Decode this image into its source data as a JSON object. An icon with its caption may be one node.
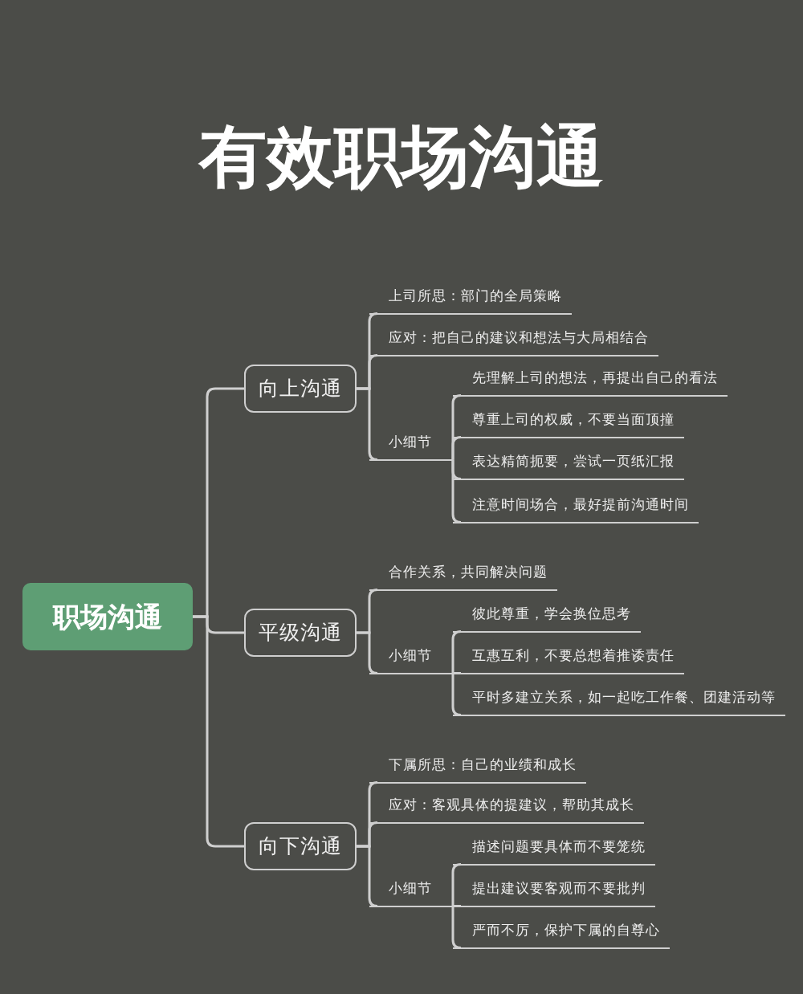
{
  "diagram": {
    "title": "有效职场沟通",
    "nodes": [
      {
        "text": [
          "职场沟通"
        ]
      },
      {
        "text": [
          "向上沟通"
        ]
      },
      {
        "text": [
          "上司所思：部门的全局策略"
        ]
      },
      {
        "text": [
          "应对：把自己的建议和想法与大局相结合"
        ]
      },
      {
        "text": [
          "小细节"
        ]
      },
      {
        "text": [
          "先理解上司的想法，再提出自己的看法"
        ]
      },
      {
        "text": [
          "尊重上司的权威，不要当面顶撞"
        ]
      },
      {
        "text": [
          "表达精简扼要，尝试一页纸汇报"
        ]
      },
      {
        "text": [
          "注意时间场合，最好提前沟通时间"
        ]
      },
      {
        "text": [
          "平级沟通"
        ]
      },
      {
        "text": [
          "合作关系，共同解决问题"
        ]
      },
      {
        "text": [
          "小细节"
        ]
      },
      {
        "text": [
          "彼此尊重，学会换位思考"
        ]
      },
      {
        "text": [
          "互惠互利，不要总想着推诿责任"
        ]
      },
      {
        "text": [
          "平时多建立关系，如一起吃工作餐、团建活动等"
        ]
      },
      {
        "text": [
          "向下沟通"
        ]
      },
      {
        "text": [
          "下属所思：自己的业绩和成长"
        ]
      },
      {
        "text": [
          "应对：客观具体的提建议，帮助其成长"
        ]
      },
      {
        "text": [
          "小细节"
        ]
      },
      {
        "text": [
          "描述问题要具体而不要笼统"
        ]
      },
      {
        "text": [
          "提出建议要客观而不要批判"
        ]
      },
      {
        "text": [
          "严而不厉，保护下属的自尊心"
        ]
      }
    ],
    "edges": [
      {
        "from": 0,
        "to": 1,
        "arrow": "none"
      },
      {
        "from": 0,
        "to": 9,
        "arrow": "none"
      },
      {
        "from": 0,
        "to": 15,
        "arrow": "none"
      },
      {
        "from": 1,
        "to": 2,
        "arrow": "none"
      },
      {
        "from": 1,
        "to": 3,
        "arrow": "none"
      },
      {
        "from": 1,
        "to": 4,
        "arrow": "none"
      },
      {
        "from": 4,
        "to": 5,
        "arrow": "none"
      },
      {
        "from": 4,
        "to": 6,
        "arrow": "none"
      },
      {
        "from": 4,
        "to": 7,
        "arrow": "none"
      },
      {
        "from": 4,
        "to": 8,
        "arrow": "none"
      },
      {
        "from": 9,
        "to": 10,
        "arrow": "none"
      },
      {
        "from": 9,
        "to": 11,
        "arrow": "none"
      },
      {
        "from": 11,
        "to": 12,
        "arrow": "none"
      },
      {
        "from": 11,
        "to": 13,
        "arrow": "none"
      },
      {
        "from": 11,
        "to": 14,
        "arrow": "none"
      },
      {
        "from": 15,
        "to": 16,
        "arrow": "none"
      },
      {
        "from": 15,
        "to": 17,
        "arrow": "none"
      },
      {
        "from": 15,
        "to": 18,
        "arrow": "none"
      },
      {
        "from": 18,
        "to": 19,
        "arrow": "none"
      },
      {
        "from": 18,
        "to": 20,
        "arrow": "none"
      },
      {
        "from": 18,
        "to": 21,
        "arrow": "none"
      }
    ]
  }
}
